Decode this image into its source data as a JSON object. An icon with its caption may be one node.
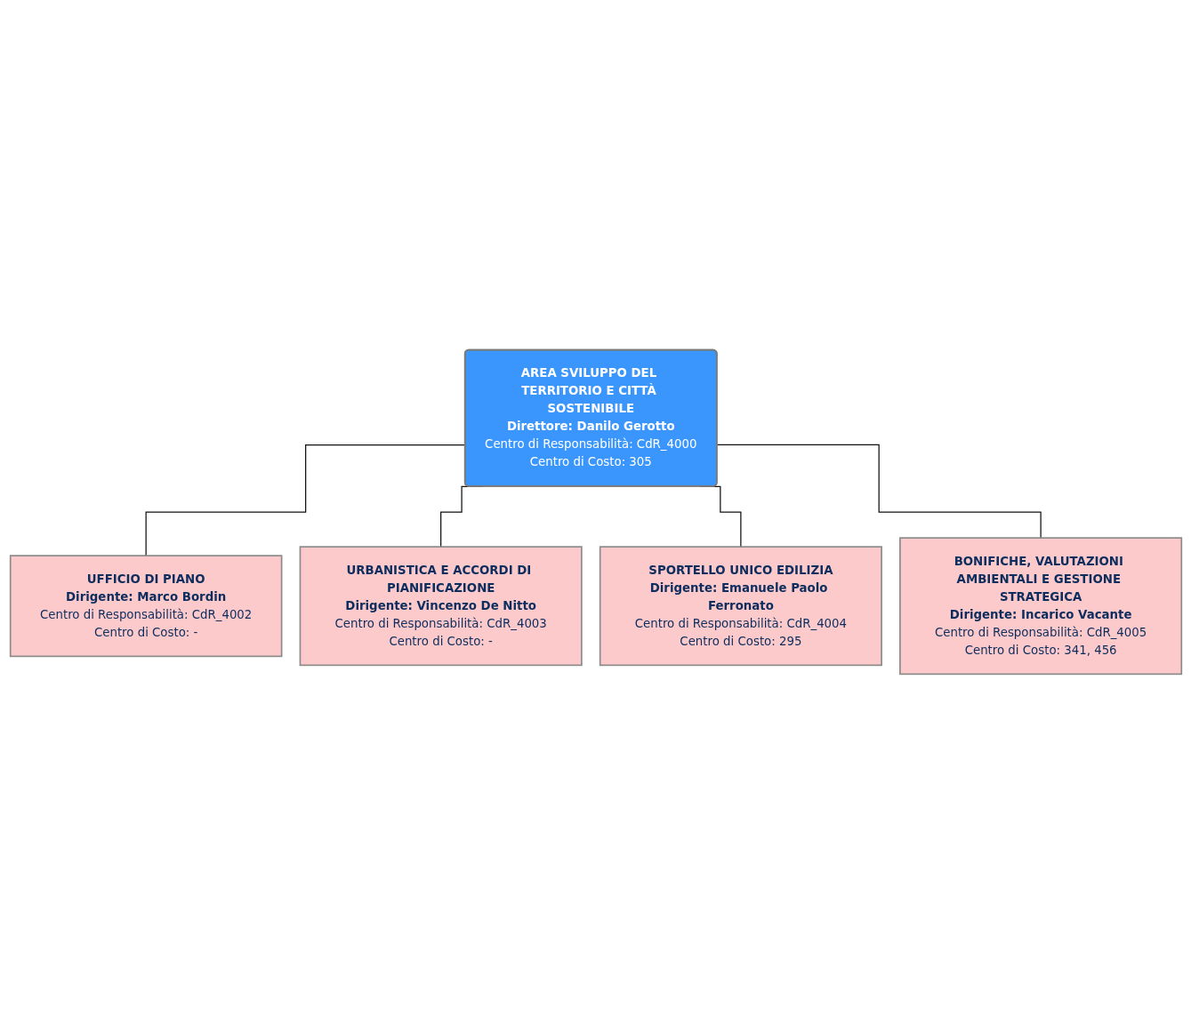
{
  "diagram": {
    "nodes": [
      {
        "text": [
          "AREA SVILUPPO DEL TERRITORIO E CITTÀ SOSTENIBILE",
          "Direttore: Danilo Gerotto",
          "Centro di Responsabilità: CdR_4000",
          "Centro di Costo: 305"
        ]
      },
      {
        "text": [
          "UFFICIO DI PIANO",
          "Dirigente: Marco Bordin",
          "Centro di Responsabilità: CdR_4002",
          "Centro di Costo: -"
        ]
      },
      {
        "text": [
          "URBANISTICA E ACCORDI DI PIANIFICAZIONE",
          "Dirigente: Vincenzo De Nitto",
          "Centro di Responsabilità: CdR_4003",
          "Centro di Costo: -"
        ]
      },
      {
        "text": [
          "SPORTELLO UNICO EDILIZIA",
          "Dirigente: Emanuele Paolo Ferronato",
          "Centro di Responsabilità: CdR_4004",
          "Centro di Costo: 295"
        ]
      },
      {
        "text": [
          "BONIFICHE, VALUTAZIONI AMBIENTALI E GESTIONE STRATEGICA",
          "Dirigente: Incarico Vacante",
          "Centro di Responsabilità: CdR_4005",
          "Centro di Costo: 341, 456"
        ]
      }
    ],
    "edges": [
      {
        "from": 0,
        "to": 1,
        "arrow": "none"
      },
      {
        "from": 0,
        "to": 2,
        "arrow": "none"
      },
      {
        "from": 0,
        "to": 3,
        "arrow": "none"
      },
      {
        "from": 0,
        "to": 4,
        "arrow": "none"
      }
    ]
  }
}
